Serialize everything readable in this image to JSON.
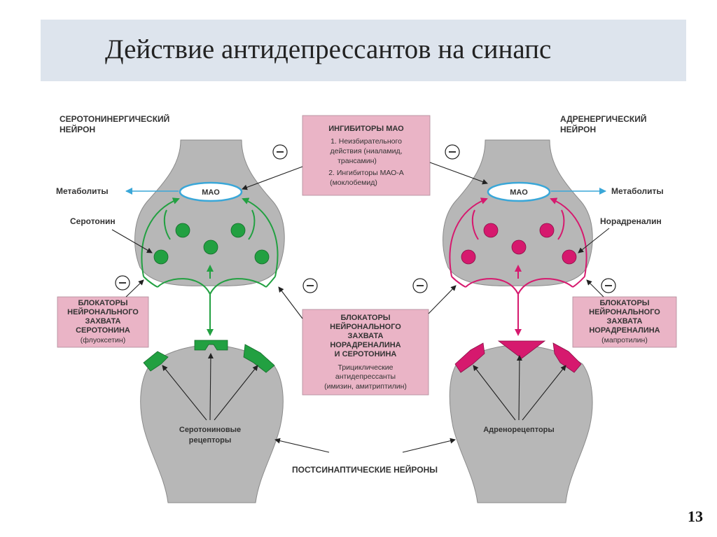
{
  "slide": {
    "title": "Действие антидепрессантов на синапс",
    "page_number": "13"
  },
  "left_neuron": {
    "label_line1": "СЕРОТОНИНЕРГИЧЕСКИЙ",
    "label_line2": "НЕЙРОН",
    "mao": "МАО",
    "metabolites": "Метаболиты",
    "transmitter": "Серотонин",
    "color": "#22a041"
  },
  "right_neuron": {
    "label_line1": "АДРЕНЕРГИЧЕСКИЙ",
    "label_line2": "НЕЙРОН",
    "mao": "МАО",
    "metabolites": "Метаболиты",
    "transmitter": "Норадреналин",
    "color": "#d6196e"
  },
  "mao_inhibitors_box": {
    "line1": "ИНГИБИТОРЫ МАО",
    "line2": "1. Неизбирательного",
    "line3": "действия (ниаламид,",
    "line4": "трансамин)",
    "line5": "2. Ингибиторы МАО-А",
    "line6": "(моклобемид)"
  },
  "serotonin_blockers_box": {
    "line1": "БЛОКАТОРЫ",
    "line2": "НЕЙРОНАЛЬНОГО",
    "line3": "ЗАХВАТА",
    "line4": "СЕРОТОНИНА",
    "line5": "(флуоксетин)"
  },
  "mixed_blockers_box": {
    "line1": "БЛОКАТОРЫ",
    "line2": "НЕЙРОНАЛЬНОГО",
    "line3": "ЗАХВАТА",
    "line4": "НОРАДРЕНАЛИНА",
    "line5": "И СЕРОТОНИНА",
    "line6": "Трициклические",
    "line7": "антидепрессанты",
    "line8": "(имизин, амитриптилин)"
  },
  "norepinephrine_blockers_box": {
    "line1": "БЛОКАТОРЫ",
    "line2": "НЕЙРОНАЛЬНОГО",
    "line3": "ЗАХВАТА",
    "line4": "НОРАДРЕНАЛИНА",
    "line5": "(мапротилин)"
  },
  "postsynaptic": {
    "left_receptors_line1": "Серотониновые",
    "left_receptors_line2": "рецепторы",
    "right_receptors": "Адренорецепторы",
    "neurons_label": "ПОСТСИНАПТИЧЕСКИЕ НЕЙРОНЫ"
  },
  "inhibition_symbol": "−"
}
